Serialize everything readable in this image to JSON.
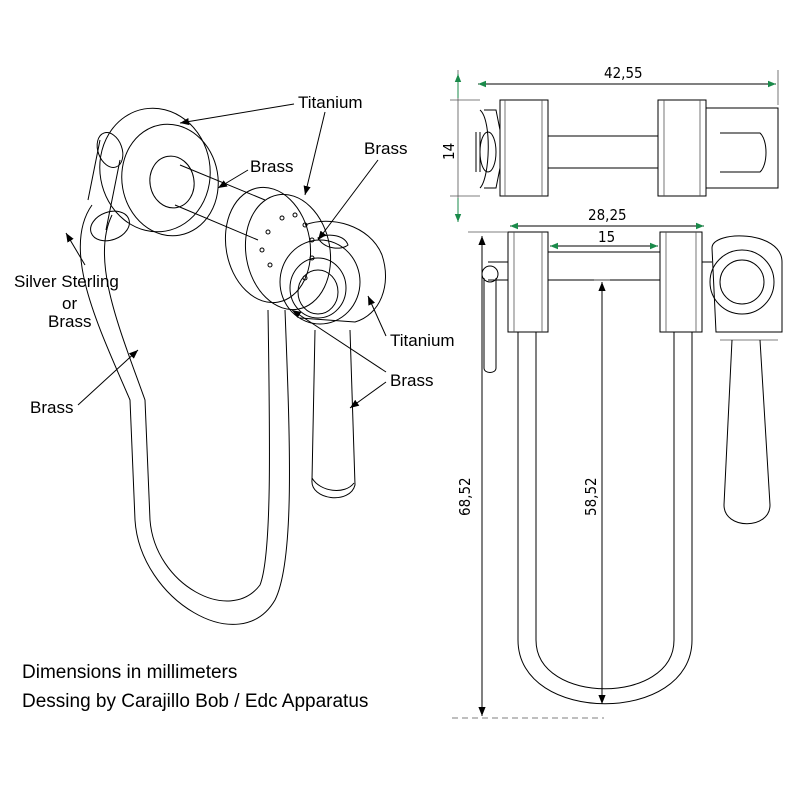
{
  "labels": {
    "titanium_top": "Titanium",
    "brass_shaft": "Brass",
    "brass_right": "Brass",
    "silver": [
      "Silver Sterling",
      "or",
      "Brass"
    ],
    "brass_left": "Brass",
    "titanium_right": "Titanium",
    "brass_lever": "Brass"
  },
  "dimensions": {
    "overall_width": "42,55",
    "height_top": "14",
    "inner_width": "28,25",
    "gap": "15",
    "total_height": "68,52",
    "inner_height": "58,52"
  },
  "notes": {
    "units": "Dimensions in millimeters",
    "credit": "Dessing by Carajillo Bob / Edc Apparatus"
  },
  "colors": {
    "dimension_arrow": "#1a8a4a",
    "line": "#000000"
  }
}
